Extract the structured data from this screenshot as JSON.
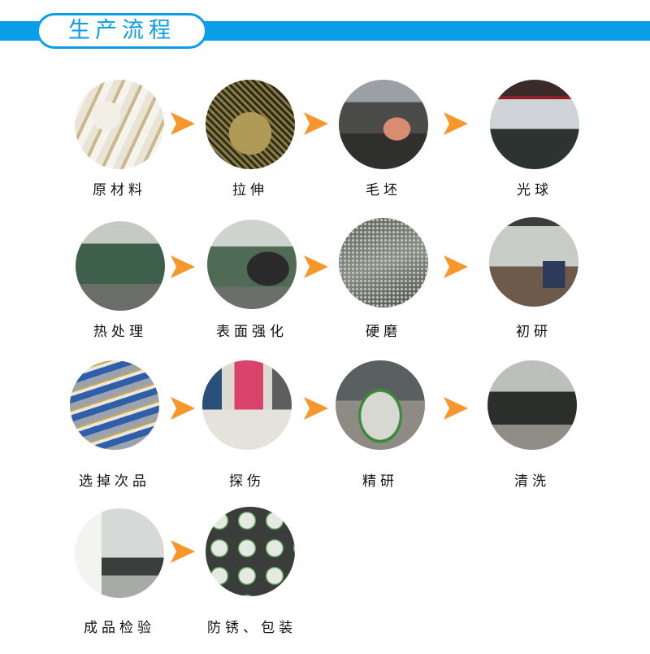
{
  "header": {
    "title": "生产流程",
    "accent_color": "#0a9ee8"
  },
  "arrow": {
    "icon": "arrow-right-icon",
    "color": "#f7962b"
  },
  "steps": [
    {
      "label": "原材料",
      "image": "raw-material-wire-coils-photo"
    },
    {
      "label": "拉伸",
      "image": "wire-drawing-photo"
    },
    {
      "label": "毛坯",
      "image": "blank-forming-workshop-photo"
    },
    {
      "label": "光球",
      "image": "flashing-machines-photo"
    },
    {
      "label": "热处理",
      "image": "heat-treatment-furnace-photo"
    },
    {
      "label": "表面强化",
      "image": "surface-strengthening-photo"
    },
    {
      "label": "硬磨",
      "image": "hard-grinding-photo"
    },
    {
      "label": "初研",
      "image": "rough-lapping-photo"
    },
    {
      "label": "选掉次品",
      "image": "defect-sorting-photo"
    },
    {
      "label": "探伤",
      "image": "flaw-detection-photo"
    },
    {
      "label": "精研",
      "image": "fine-lapping-photo"
    },
    {
      "label": "清洗",
      "image": "cleaning-line-photo"
    },
    {
      "label": "成品检验",
      "image": "final-inspection-photo"
    },
    {
      "label": "防锈、包装",
      "image": "rust-prevention-packaging-photo"
    }
  ]
}
